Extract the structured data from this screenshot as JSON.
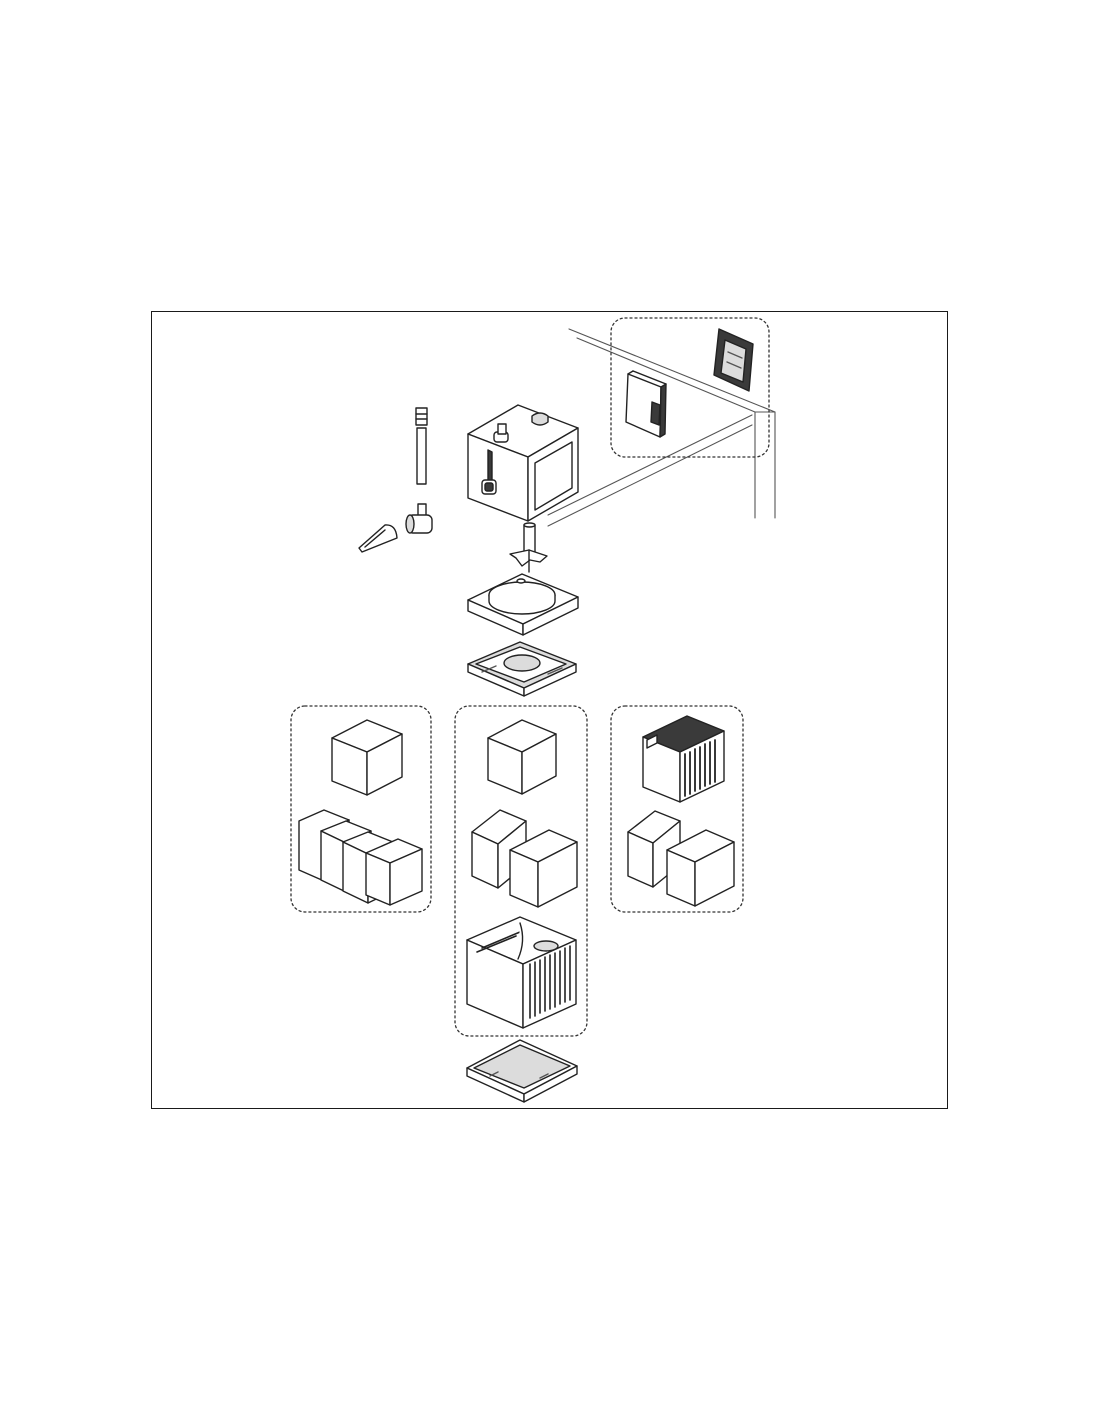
{
  "figure": {
    "type": "exploded-parts-diagram",
    "colors": {
      "frame": "#1a1a1a",
      "line": "#222222",
      "light_fill": "#ffffff",
      "mid_fill": "#dcdcdc",
      "dark_fill": "#3a3a3a",
      "dotted_group": "#333333"
    },
    "groups": [
      {
        "id": "mounting-clips-group",
        "parts": [
          "mounting-plate-icon",
          "filter-clip-icon"
        ]
      },
      {
        "id": "left-media-group",
        "parts": [
          "sponge-block-icon",
          "filter-pad-icon",
          "filter-pad-icon",
          "filter-pad-icon",
          "filter-pad-icon"
        ]
      },
      {
        "id": "center-media-group",
        "parts": [
          "sponge-block-icon",
          "filter-pad-icon",
          "filter-pad-icon",
          "media-basket-icon"
        ]
      },
      {
        "id": "right-media-group",
        "parts": [
          "cartridge-icon",
          "filter-pad-icon",
          "filter-pad-icon"
        ]
      }
    ],
    "parts": [
      "connector-icon",
      "intake-tube-icon",
      "elbow-fitting-icon",
      "nozzle-icon",
      "pump-head-icon",
      "impeller-icon",
      "impeller-cover-icon",
      "media-tray-icon",
      "bottom-tray-icon",
      "aquarium-edge-icon"
    ]
  }
}
